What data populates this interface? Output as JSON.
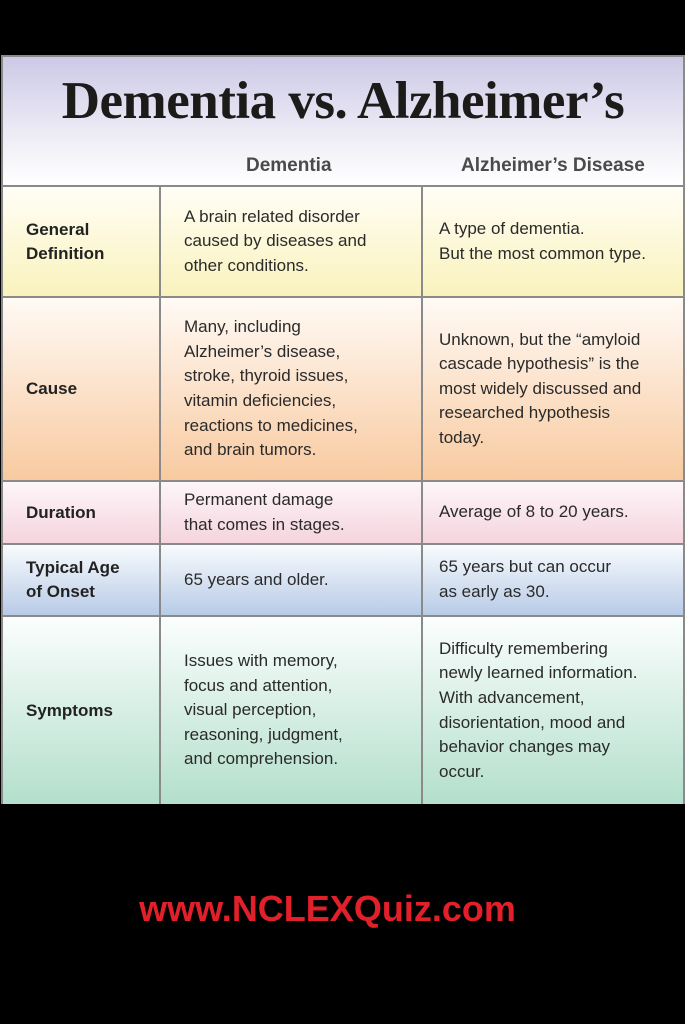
{
  "title": "Dementia vs. Alzheimer’s",
  "columns": [
    "",
    "Dementia",
    "Alzheimer’s Disease"
  ],
  "rows": [
    {
      "label": "General\nDefinition",
      "dementia": "A brain related disorder\ncaused by diseases and\nother conditions.",
      "alzheimers": "A type of dementia.\nBut the most common type.",
      "color_top": "#fffef5",
      "color_bottom": "#faf2bd"
    },
    {
      "label": "Cause",
      "dementia": "Many, including\nAlzheimer’s disease,\nstroke, thyroid issues,\nvitamin deficiencies,\nreactions to medicines,\nand brain tumors.",
      "alzheimers": "Unknown, but the “amyloid\ncascade hypothesis” is the\nmost widely discussed and\nresearched hypothesis\ntoday.",
      "color_top": "#fffaf5",
      "color_bottom": "#f8caa0"
    },
    {
      "label": "Duration",
      "dementia": "Permanent damage\nthat comes in stages.",
      "alzheimers": "Average of 8 to 20 years.",
      "color_top": "#fdf6f8",
      "color_bottom": "#f5d4de"
    },
    {
      "label": "Typical Age\nof Onset",
      "dementia": "65 years and older.",
      "alzheimers": "65 years but can occur\nas early as 30.",
      "color_top": "#f8fbfd",
      "color_bottom": "#b8cbe7"
    },
    {
      "label": "Symptoms",
      "dementia": "Issues with memory,\nfocus and attention,\nvisual perception,\nreasoning, judgment,\nand comprehension.",
      "alzheimers": "Difficulty remembering\nnewly learned information.\nWith advancement,\ndisorientation, mood and\nbehavior changes may\noccur.",
      "color_top": "#fbfefd",
      "color_bottom": "#b3dfcc"
    }
  ],
  "footer": {
    "url": "www.NCLEXQuiz.com",
    "color": "#e2202a"
  }
}
